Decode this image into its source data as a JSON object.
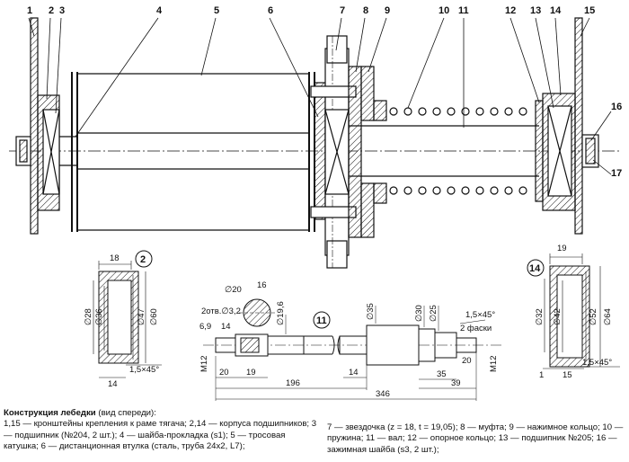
{
  "part_labels": [
    "1",
    "2",
    "3",
    "4",
    "5",
    "6",
    "7",
    "8",
    "9",
    "10",
    "11",
    "12",
    "13",
    "14",
    "15",
    "16",
    "17"
  ],
  "detail_labels": {
    "washer_left": "2",
    "shaft": "11",
    "washer_right": "14"
  },
  "dims_washer2": {
    "w": "18",
    "d1": "∅28",
    "d2": "∅36",
    "d3": "∅47",
    "d4": "∅60",
    "bottom": "14",
    "chamfer": "1,5×45°"
  },
  "dims_washer14": {
    "w": "19",
    "d1": "∅32",
    "d2": "∅42",
    "d3": "∅52",
    "d4": "∅64",
    "bottom1": "1",
    "bottom2": "15",
    "chamfer": "1,5×45°"
  },
  "dims_shaft": {
    "d20": "∅20",
    "len16": "16",
    "holes": "2отв.∅3,2",
    "len14a": "14",
    "len69": "6,9",
    "d196": "∅19,6",
    "d35": "∅35",
    "d30": "∅30",
    "d25": "∅25",
    "chamfer": "1,5×45°",
    "chamfer2": "2 фаски",
    "m12l": "M12",
    "m12r": "M12",
    "len20a": "20",
    "len19": "19",
    "len14b": "14",
    "len20b": "20",
    "len196": "196",
    "len346": "346",
    "len35": "35",
    "len39": "39"
  },
  "caption": {
    "title": "Конструкция лебедки",
    "subtitle": " (вид спереди):",
    "left_text": "1,15 — кронштейны крепления к раме тягача; 2,14 — корпуса подшипников; 3 — подшипник (№204, 2 шт.); 4 — шайба-прокладка (s1); 5 — тросовая катушка; 6 — дистанционная втулка (сталь, труба 24x2, L7);",
    "right_text": "7 — звездочка (z = 18, t = 19,05); 8 — муфта; 9 — нажимное кольцо; 10 — пружина; 11 — вал; 12 — опорное кольцо; 13 — подшипник №205; 16 — зажимная шайба (s3, 2 шт.);"
  }
}
